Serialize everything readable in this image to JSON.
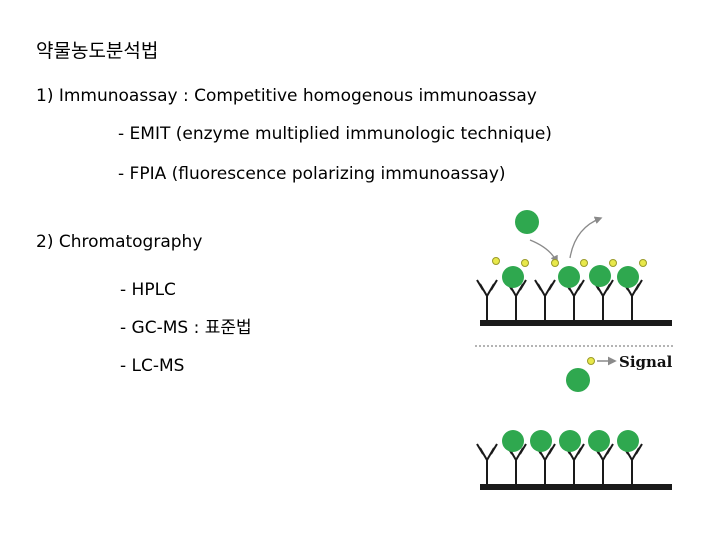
{
  "title": "약물농도분석법",
  "lines": [
    "1)  Immunoassay : Competitive homogenous immunoassay",
    "- EMIT (enzyme multiplied immunologic technique)",
    "- FPIA (fluorescence polarizing immunoassay)",
    "2) Chromatography",
    "- HPLC",
    "- GC-MS : 표준법",
    "- LC-MS"
  ],
  "diagram": {
    "signal_label": "Signal",
    "colors": {
      "antibody": "#1a1a1a",
      "antigen": "#2fa84f",
      "tracer": "#e8e84a",
      "arrow": "#8a8a8a",
      "divider": "#888888"
    }
  }
}
